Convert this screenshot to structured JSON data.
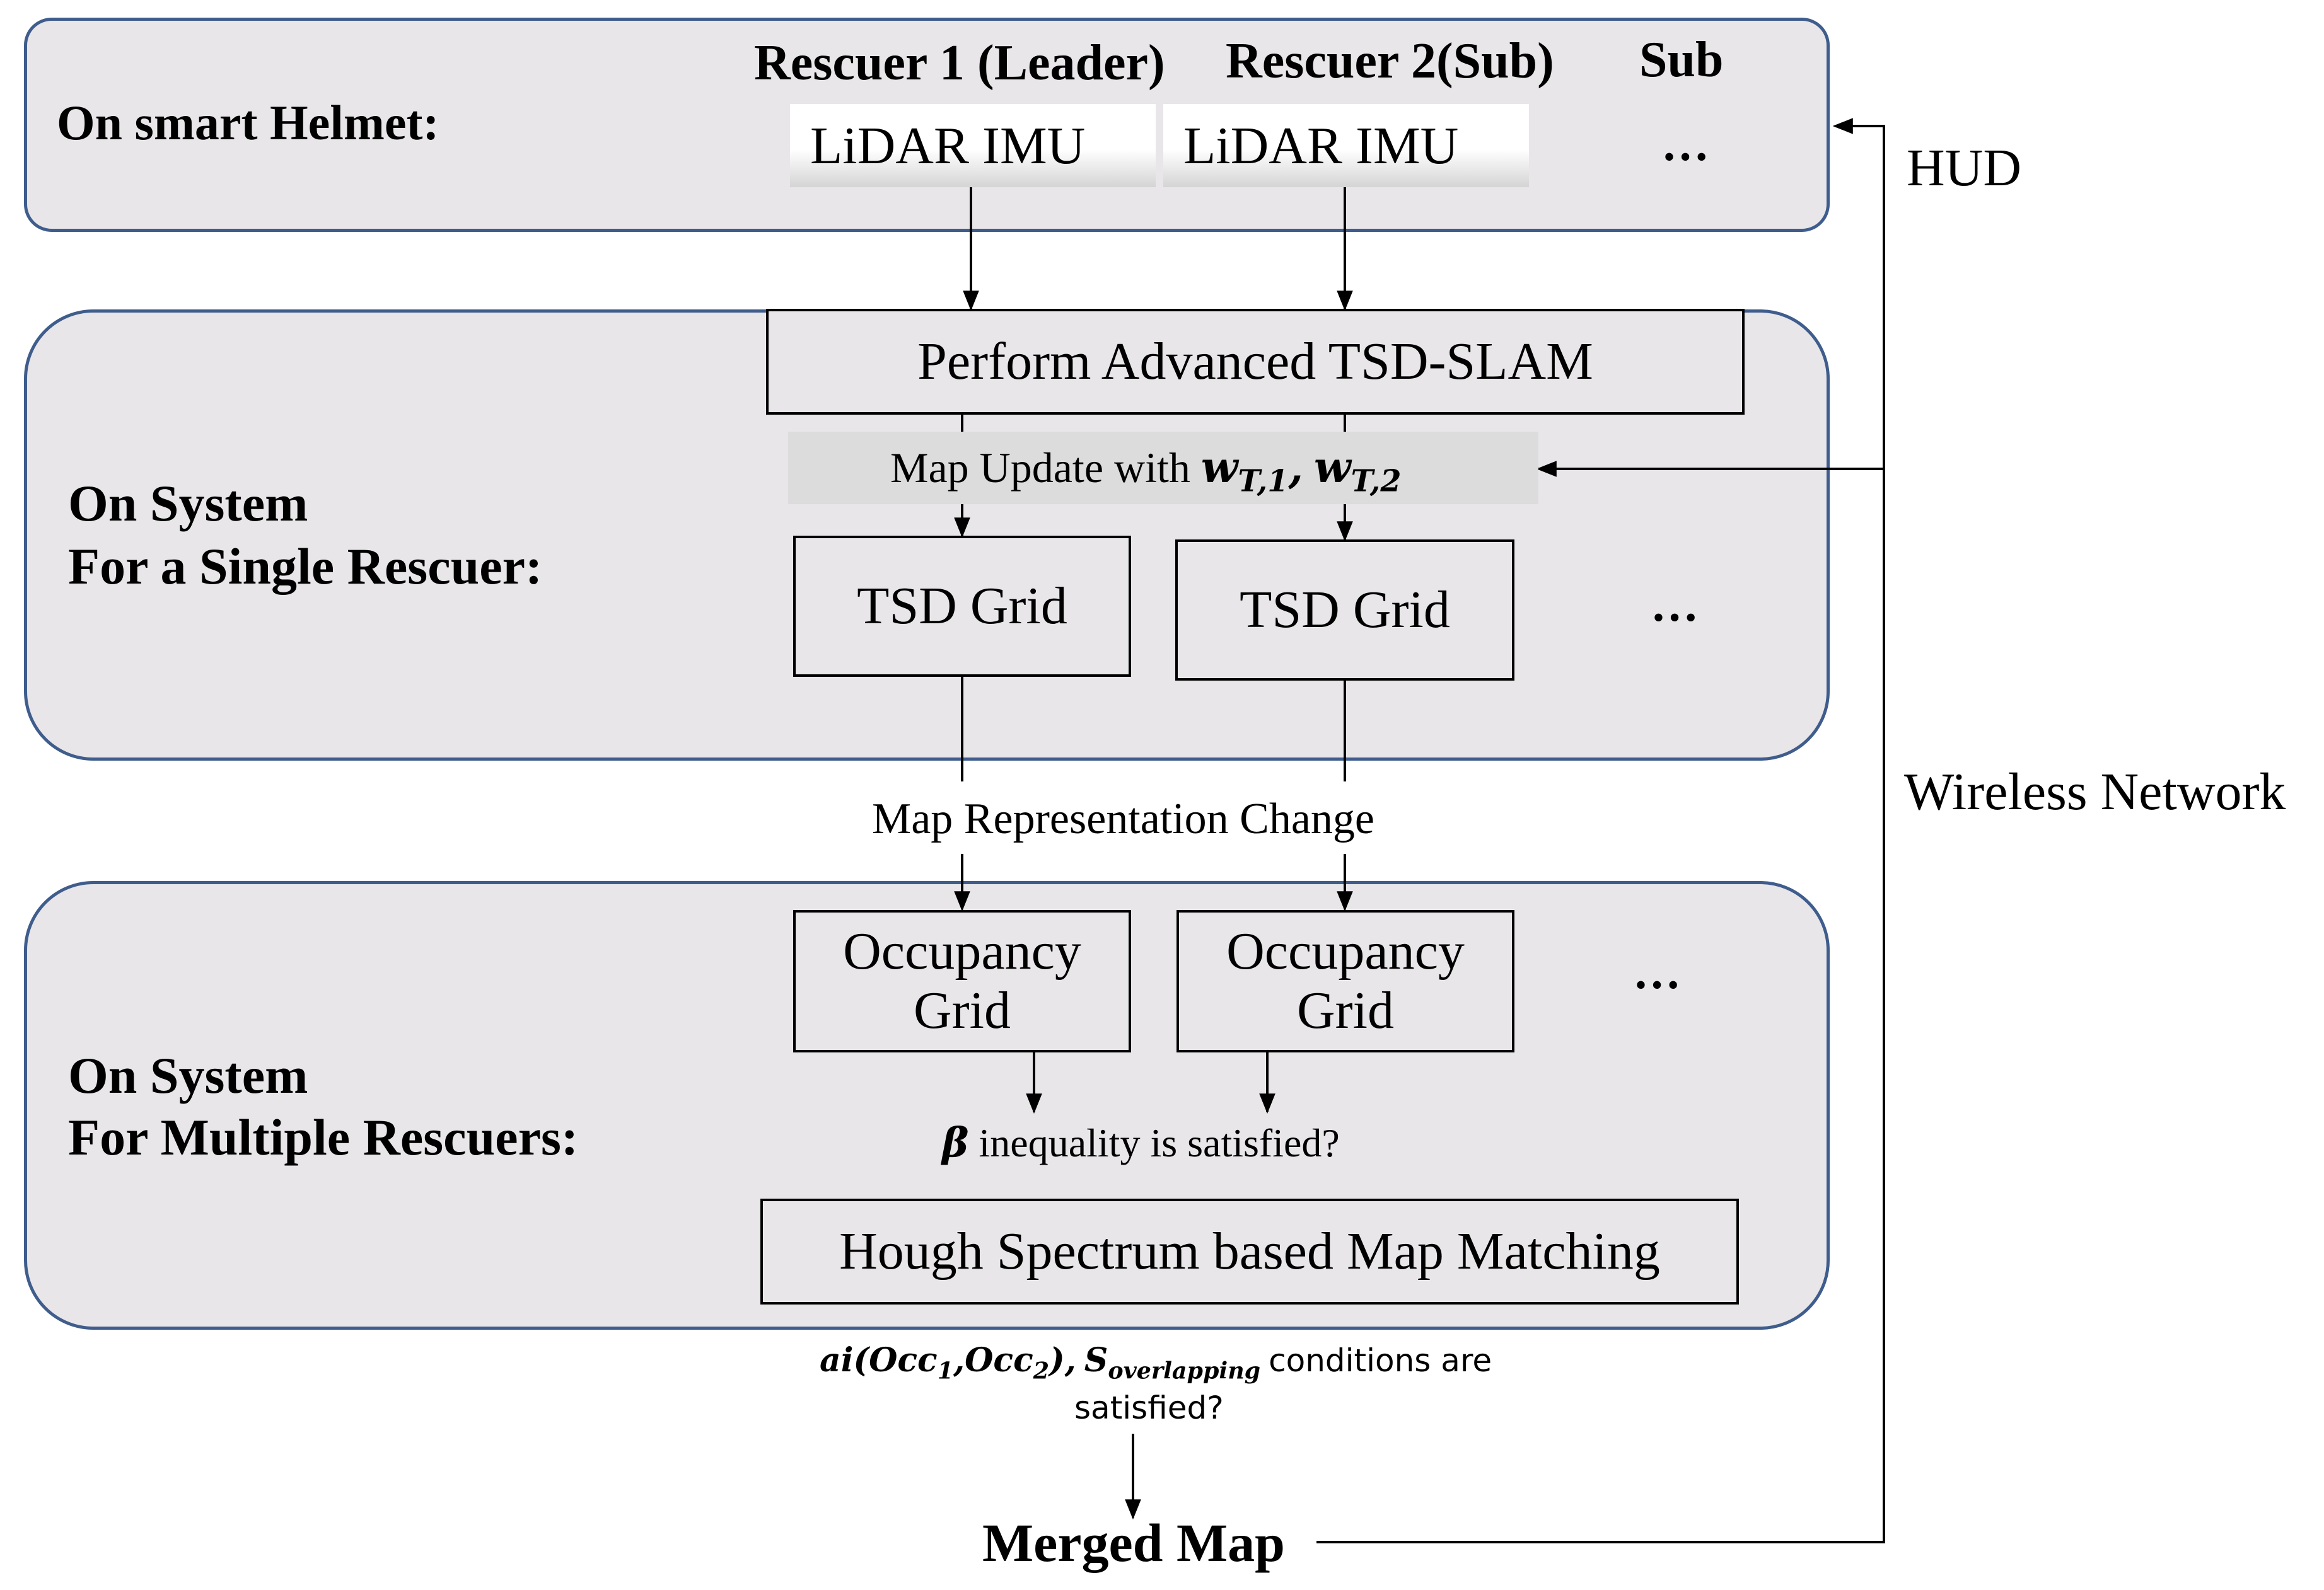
{
  "helmet": {
    "label": "On smart Helmet:",
    "rescuer1_title": "Rescuer 1 (Leader)",
    "rescuer2_title": "Rescuer 2(Sub)",
    "rescuer3_title": "Sub",
    "sensor1": "LiDAR IMU",
    "sensor2": "LiDAR IMU",
    "more": "…"
  },
  "single": {
    "label_line1": "On System",
    "label_line2": "For a Single Rescuer:",
    "slam_box": "Perform Advanced TSD-SLAM",
    "map_update_prefix": "Map Update with",
    "weight1": {
      "base": "w",
      "sub": "T,1"
    },
    "weight2": {
      "base": "w",
      "sub": "T,2"
    },
    "weight_separator": ",",
    "grid1": "TSD Grid",
    "grid2": "TSD Grid",
    "more": "…"
  },
  "representation_change": "Map Representation Change",
  "multiple": {
    "label_line1": "On System",
    "label_line2": "For Multiple Rescuers:",
    "occ1_line1": "Occupancy",
    "occ1_line2": "Grid",
    "occ2_line1": "Occupancy",
    "occ2_line2": "Grid",
    "more": "…",
    "beta_symbol": "β",
    "beta_text": "inequality is satisfied?",
    "hough_box": "Hough Spectrum based Map Matching"
  },
  "conditions": {
    "ai": "ai(",
    "occ1_base": "Occ",
    "occ1_sub": "1",
    "comma": ",",
    "occ2_base": "Occ",
    "occ2_sub": "2",
    "close": "),",
    "s_base": "S",
    "s_sub": "overlapping",
    "text_line1": "conditions are",
    "text_line2": "satisfied?"
  },
  "merged_map": "Merged Map",
  "side": {
    "hud": "HUD",
    "wireless": "Wireless Network"
  },
  "colors": {
    "panel_fill": "#e8e6e9",
    "panel_border": "#3f5d8c",
    "line": "#000000"
  }
}
